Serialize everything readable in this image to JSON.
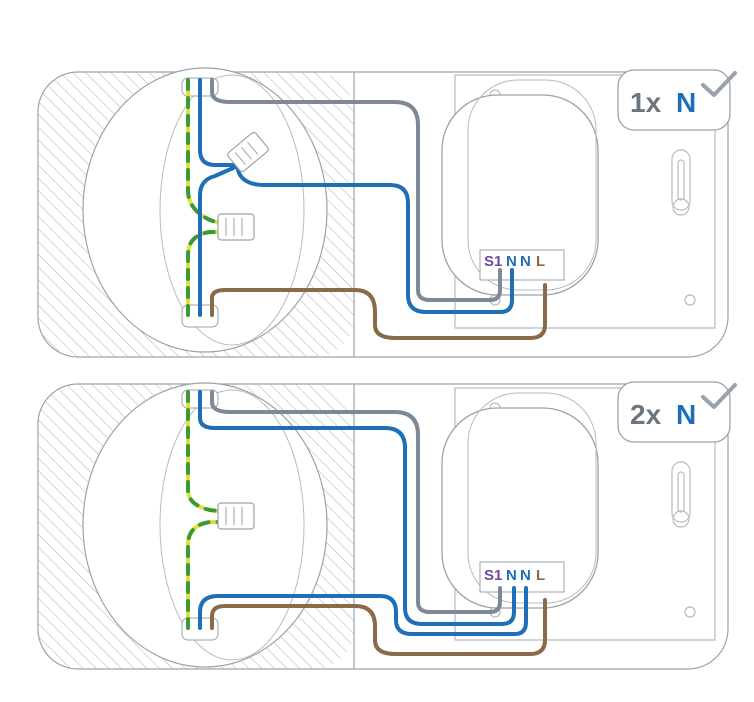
{
  "panels": [
    {
      "id": "single-neutral",
      "badge": {
        "count": "1x",
        "letter": "N"
      },
      "terminals": {
        "switch": "S1",
        "neutral_a": "N",
        "neutral_b": "N",
        "live": "L"
      }
    },
    {
      "id": "double-neutral",
      "badge": {
        "count": "2x",
        "letter": "N"
      },
      "terminals": {
        "switch": "S1",
        "neutral_a": "N",
        "neutral_b": "N",
        "live": "L"
      }
    }
  ],
  "colors": {
    "neutral_wire": "#1f6fb8",
    "live_wire": "#8b6a49",
    "switch_wire": "#7d8a96",
    "earth_green": "#3a9a3a",
    "earth_yellow": "#e6df3a",
    "badge_count": "#6b7580",
    "badge_letter": "#1f6fb8",
    "term_s1": "#6d4aa0",
    "term_n": "#1f6fb8",
    "term_l": "#8b6a49",
    "outline": "#9aa3ab",
    "hatch": "#9aa3ab"
  }
}
